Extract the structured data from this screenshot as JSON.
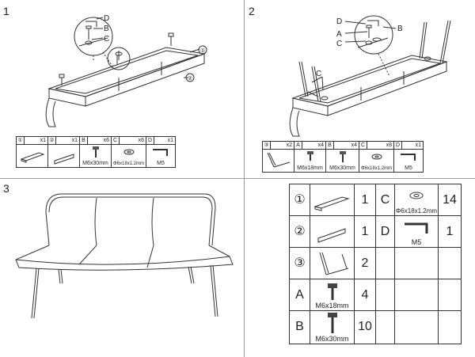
{
  "steps": [
    {
      "number": "1",
      "callouts": [
        "D",
        "B",
        "C"
      ],
      "part_refs": [
        "①",
        "②"
      ],
      "parts": [
        {
          "id": "①",
          "qty": "x1",
          "label": ""
        },
        {
          "id": "②",
          "qty": "x1",
          "label": ""
        },
        {
          "id": "B",
          "qty": "x6",
          "label": "M6x30mm"
        },
        {
          "id": "C",
          "qty": "x6",
          "label": "Φ6x18x1.2mm"
        },
        {
          "id": "D",
          "qty": "x1",
          "label": "M5"
        }
      ]
    },
    {
      "number": "2",
      "callouts": [
        "D",
        "B",
        "A",
        "C",
        "C"
      ],
      "parts": [
        {
          "id": "③",
          "qty": "x2",
          "label": ""
        },
        {
          "id": "A",
          "qty": "x4",
          "label": "M6x18mm"
        },
        {
          "id": "B",
          "qty": "x4",
          "label": "M6x30mm"
        },
        {
          "id": "C",
          "qty": "x8",
          "label": "Φ6x18x1.2mm"
        },
        {
          "id": "D",
          "qty": "x1",
          "label": "M5"
        }
      ]
    },
    {
      "number": "3"
    }
  ],
  "parts_list": {
    "left": [
      {
        "id": "①",
        "qty": "1",
        "label": "",
        "icon": "panel-part-icon"
      },
      {
        "id": "②",
        "qty": "1",
        "label": "",
        "icon": "bracket-part-icon"
      },
      {
        "id": "③",
        "qty": "2",
        "label": "",
        "icon": "leg-frame-icon"
      },
      {
        "id": "A",
        "qty": "4",
        "label": "M6x18mm",
        "icon": "bolt-icon"
      },
      {
        "id": "B",
        "qty": "10",
        "label": "M6x30mm",
        "icon": "bolt-icon"
      }
    ],
    "right": [
      {
        "id": "C",
        "qty": "14",
        "label": "Φ6x18x1.2mm",
        "icon": "washer-icon"
      },
      {
        "id": "D",
        "qty": "1",
        "label": "M5",
        "icon": "allen-key-icon"
      }
    ]
  }
}
